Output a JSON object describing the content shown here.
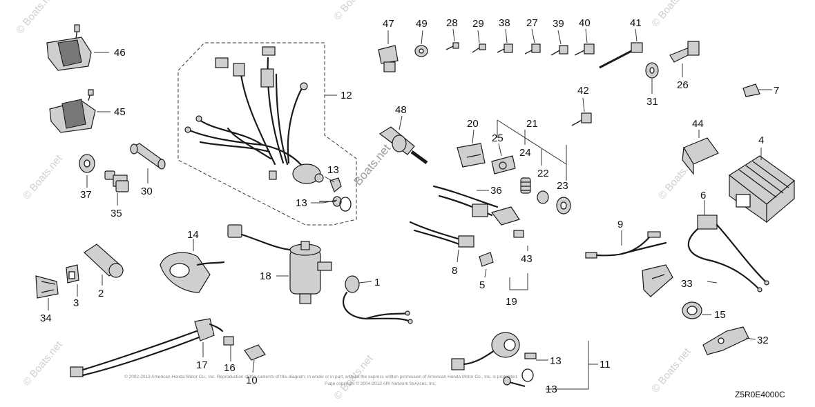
{
  "diagram_code": "Z5R0E4000C",
  "watermark": "© Boats.net",
  "watermark_center": "Boats.net",
  "copyright_line1": "© 2002-2013 American Honda Motor Co., Inc. Reproduction of the contents of this diagram, in whole or in part, without the express written permission of American Honda Motor Co., Inc. is prohibited.",
  "copyright_line2": "Page copyright © 2004-2013 ARI Network Services, Inc.",
  "callouts": [
    "1",
    "2",
    "3",
    "4",
    "5",
    "6",
    "7",
    "8",
    "9",
    "10",
    "11",
    "12",
    "13",
    "13",
    "13",
    "13",
    "14",
    "15",
    "16",
    "17",
    "18",
    "19",
    "20",
    "21",
    "22",
    "23",
    "24",
    "25",
    "26",
    "27",
    "28",
    "29",
    "30",
    "31",
    "32",
    "33",
    "34",
    "35",
    "36",
    "37",
    "38",
    "39",
    "40",
    "41",
    "42",
    "43",
    "44",
    "45",
    "46",
    "47",
    "48",
    "49"
  ]
}
